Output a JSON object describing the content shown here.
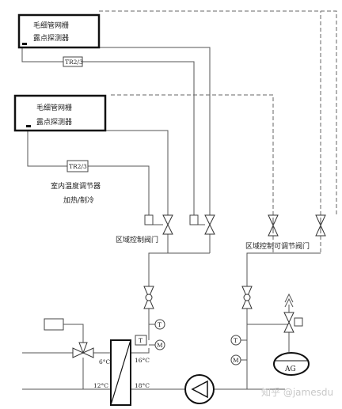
{
  "panel1": {
    "line1": "毛细管网栅",
    "line2": "露点探测器"
  },
  "panel2": {
    "line1": "毛细管网栅",
    "line2": "露点探测器"
  },
  "tr_upper": "TR2/3",
  "tr_lower": "TR2/3",
  "room_temp": {
    "line1": "室内温度调节器",
    "line2": "加热/制冷"
  },
  "zone_valve_label": "区域控制阀门",
  "zone_adjust_label": "区域控制可调节阀门",
  "sensor_t": "T",
  "sensor_m": "M",
  "temps": {
    "t6": "6°C",
    "t16": "16°C",
    "t12": "12°C",
    "t18": "18°C"
  },
  "expansion_tank": "AG",
  "watermark": "知乎 @jamesdu"
}
